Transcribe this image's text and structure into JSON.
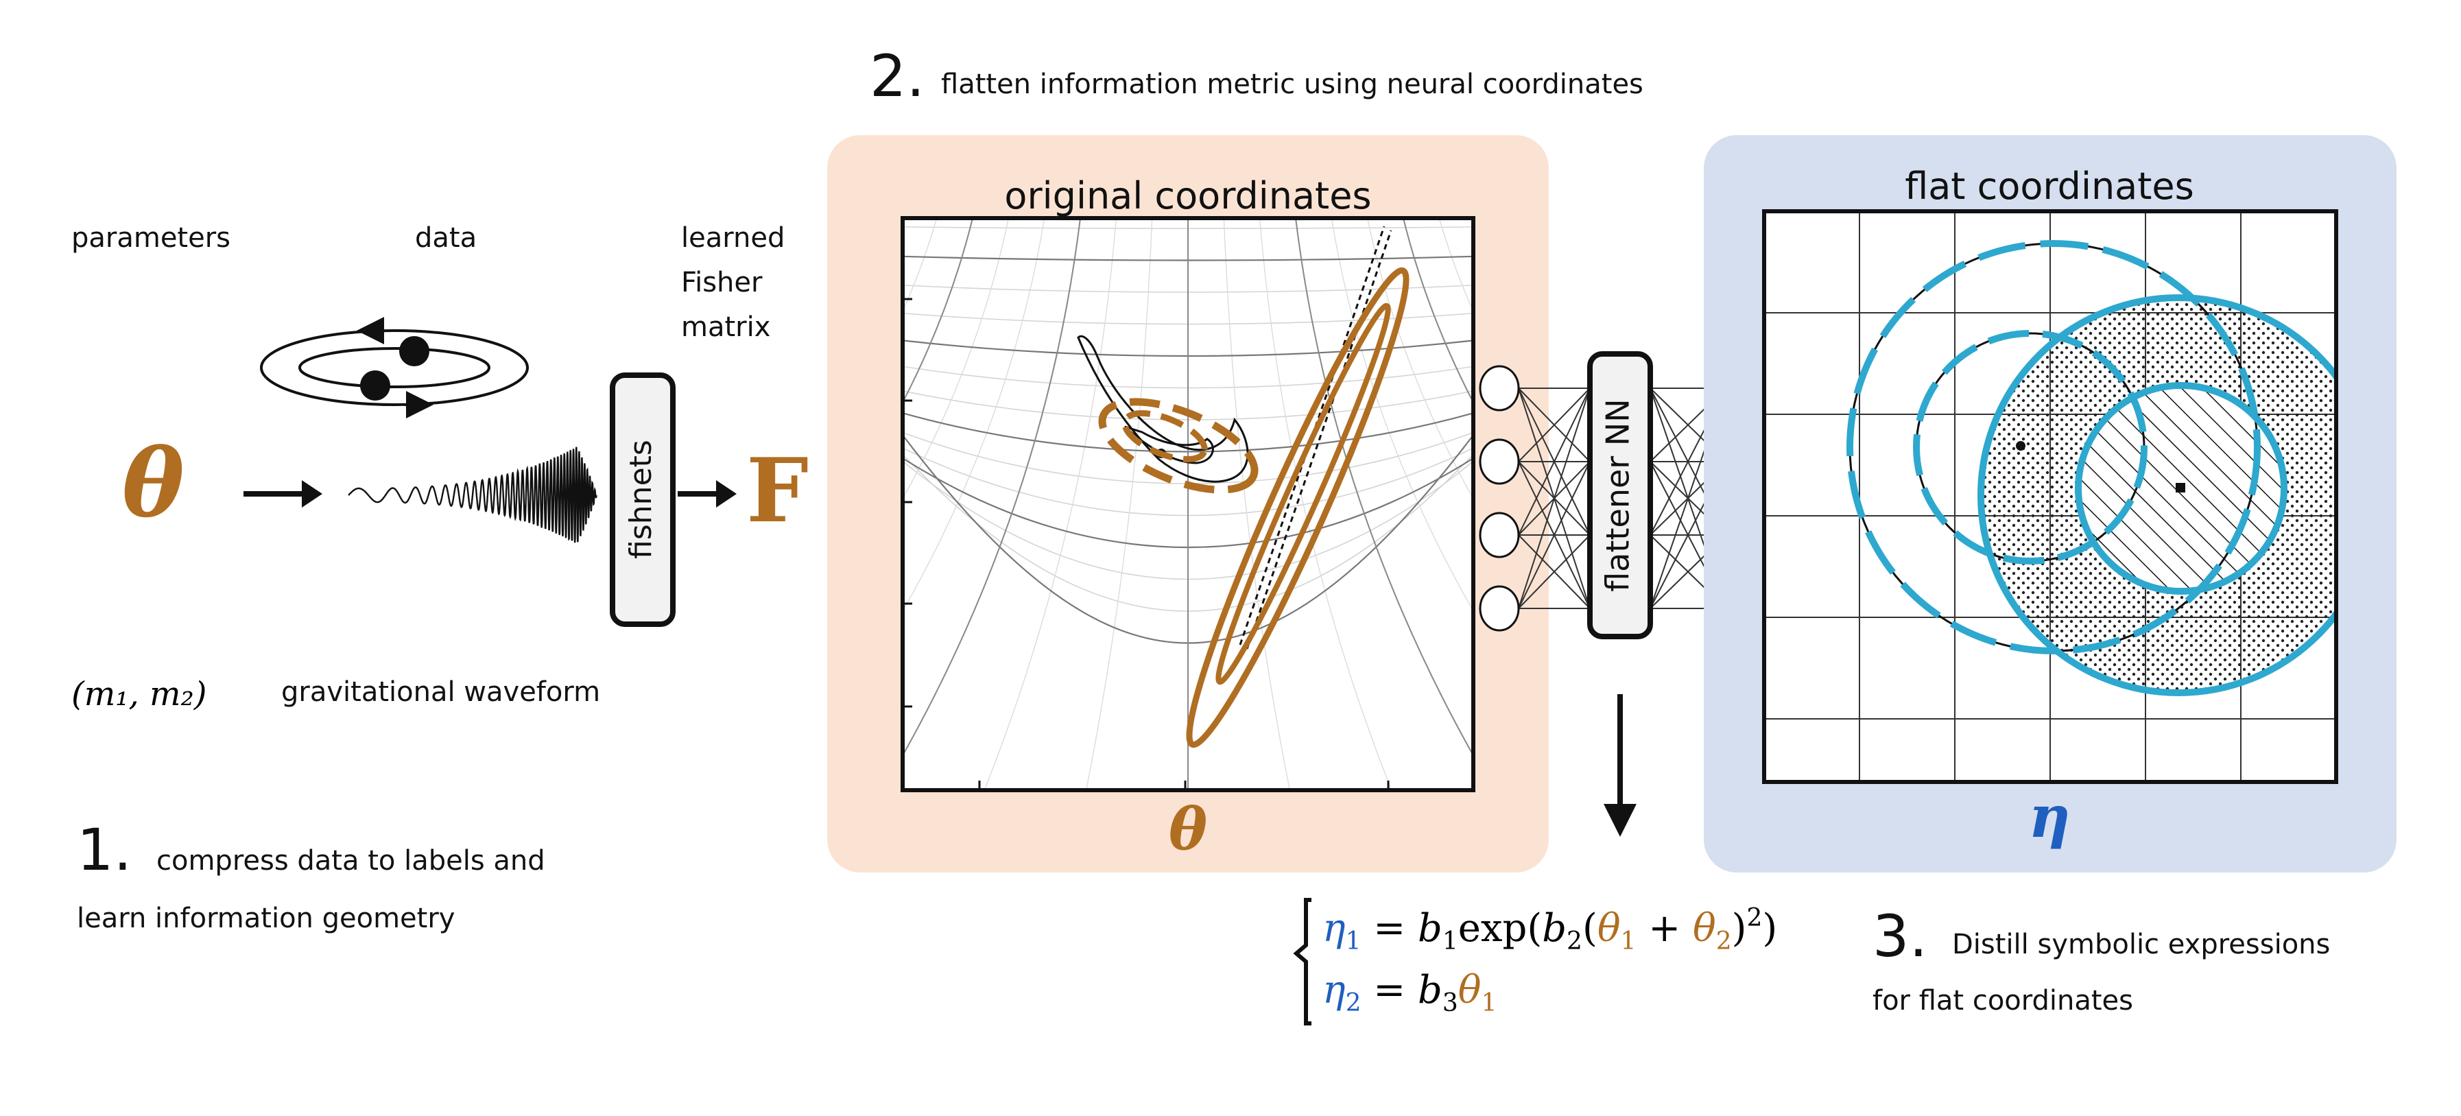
{
  "step1": {
    "number": "1.",
    "line1": "compress data to labels and",
    "line2": "learn information geometry",
    "parameters_label": "parameters",
    "data_label": "data",
    "learned_label_1": "learned",
    "learned_label_2": "Fisher",
    "learned_label_3": "matrix",
    "theta_symbol": "θ",
    "masses_label": "(m₁, m₂)",
    "waveform_label": "gravitational waveform",
    "network_label": "fishnets",
    "fisher_symbol": "F"
  },
  "step2": {
    "number": "2.",
    "title": "flatten information metric using neural coordinates",
    "original_panel_title": "original coordinates",
    "original_axis_symbol": "θ",
    "flat_panel_title": "flat coordinates",
    "flat_axis_symbol": "η",
    "network_label": "flattener NN"
  },
  "step3": {
    "number": "3.",
    "line1": "Distill symbolic expressions",
    "line2": "for flat coordinates",
    "eq1": {
      "eta": "η",
      "eta_sub": "1",
      "eq": " = ",
      "b1": "b",
      "b1_sub": "1",
      "exp": "exp(",
      "b2": "b",
      "b2_sub": "2",
      "open": "(",
      "theta1": "θ",
      "theta1_sub": "1",
      "plus": " + ",
      "theta2": "θ",
      "theta2_sub": "2",
      "close": ")",
      "pow": "2",
      "end": ")"
    },
    "eq2": {
      "eta": "η",
      "eta_sub": "2",
      "eq": " = ",
      "b3": "b",
      "b3_sub": "3",
      "theta": "θ",
      "theta_sub": "1"
    }
  },
  "colors": {
    "theta_brown": "#b06e22",
    "eta_blue": "#1f5fbf",
    "peach_panel": "#fbe3d3",
    "blue_panel": "#d6dff0",
    "circle_cyan": "#2ea8cf",
    "ellipse_brown": "#b06e22"
  }
}
